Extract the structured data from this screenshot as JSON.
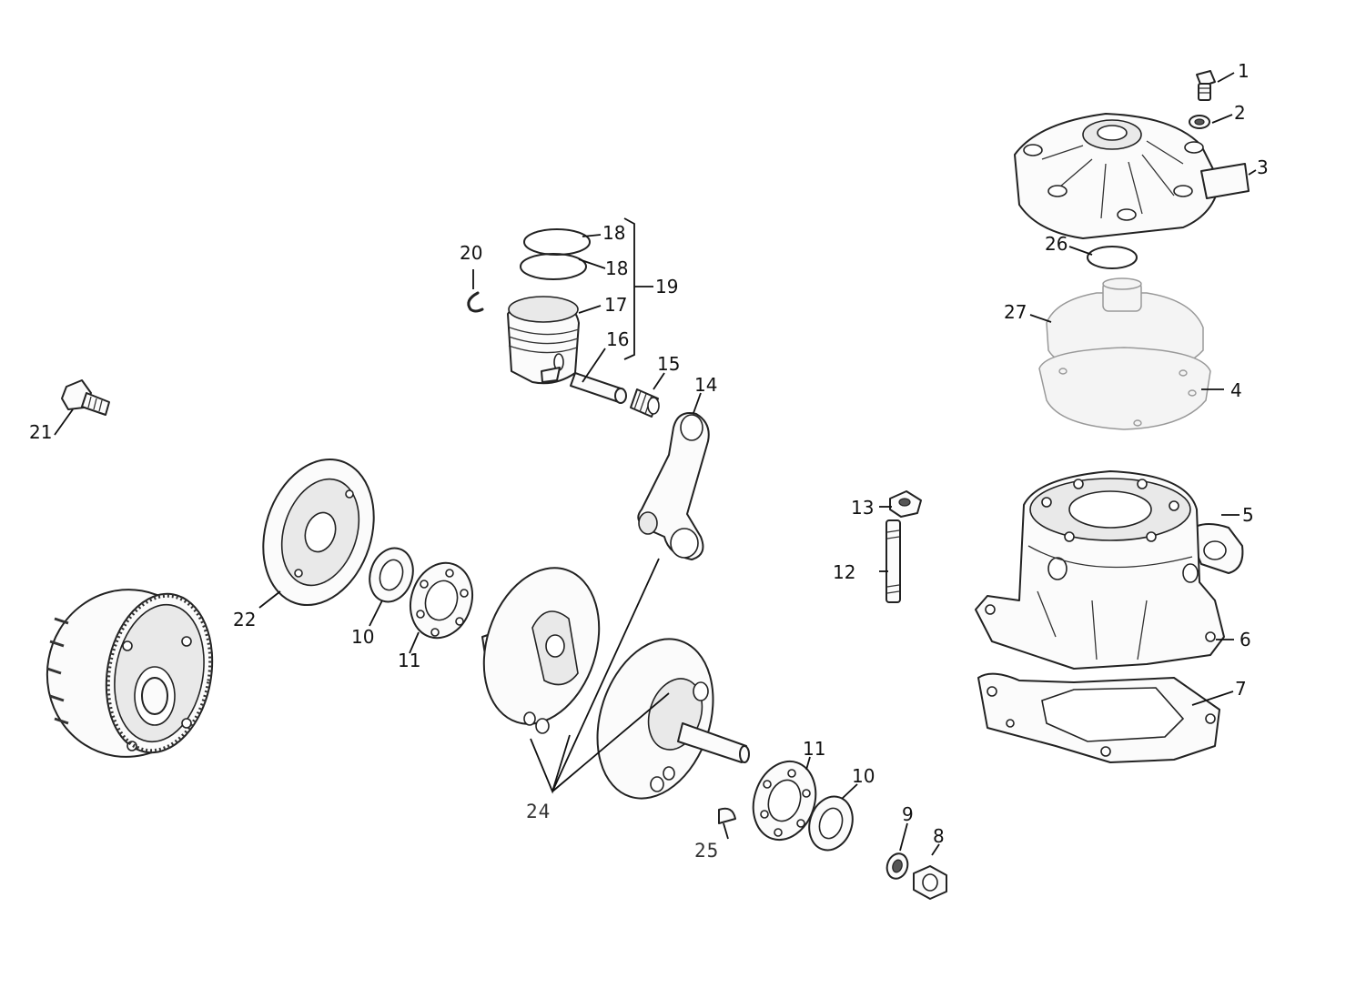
{
  "callouts": {
    "c1": "1",
    "c2": "2",
    "c3": "3",
    "c4": "4",
    "c5": "5",
    "c6": "6",
    "c7": "7",
    "c8": "8",
    "c9": "9",
    "c10a": "10",
    "c10b": "10",
    "c11a": "11",
    "c11b": "11",
    "c12": "12",
    "c13": "13",
    "c14": "14",
    "c15": "15",
    "c16": "16",
    "c17": "17",
    "c18a": "18",
    "c18b": "18",
    "c19": "19",
    "c20": "20",
    "c21": "21",
    "c22": "22",
    "c24": "24",
    "c25": "25",
    "c26": "26",
    "c27": "27"
  }
}
